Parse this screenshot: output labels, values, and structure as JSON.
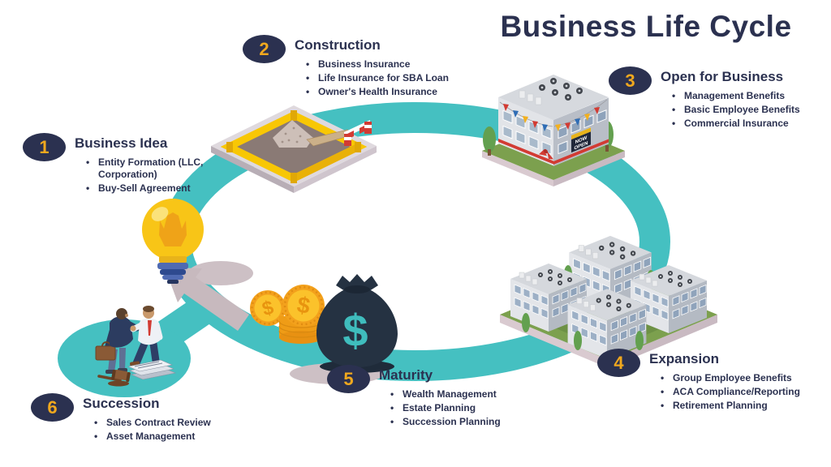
{
  "title": "Business Life Cycle",
  "stages": [
    {
      "number": "1",
      "title": "Business Idea",
      "bullets": [
        "Entity Formation (LLC, Corporation)",
        "Buy-Sell Agreement"
      ]
    },
    {
      "number": "2",
      "title": "Construction",
      "bullets": [
        "Business Insurance",
        "Life Insurance for SBA Loan",
        "Owner's Health Insurance"
      ]
    },
    {
      "number": "3",
      "title": "Open for Business",
      "bullets": [
        "Management Benefits",
        "Basic Employee Benefits",
        "Commercial Insurance"
      ]
    },
    {
      "number": "4",
      "title": "Expansion",
      "bullets": [
        "Group Employee Benefits",
        "ACA Compliance/Reporting",
        "Retirement Planning"
      ]
    },
    {
      "number": "5",
      "title": "Maturity",
      "bullets": [
        "Wealth Management",
        "Estate Planning",
        "Succession Planning"
      ]
    },
    {
      "number": "6",
      "title": "Succession",
      "bullets": [
        "Sales Contract Review",
        "Asset Management"
      ]
    }
  ],
  "sign": {
    "line1": "NOW",
    "line2": "OPEN"
  },
  "symbols": {
    "dollar": "$"
  },
  "colors": {
    "navy": "#2b3150",
    "gold": "#f0a81e",
    "teal": "#45c0c1",
    "arrow_grey": "#c7b9be",
    "coin_gold": "#f3a11c",
    "bag_navy": "#253242",
    "fence_yellow": "#f8c704",
    "grass_green": "#7ca04e"
  }
}
